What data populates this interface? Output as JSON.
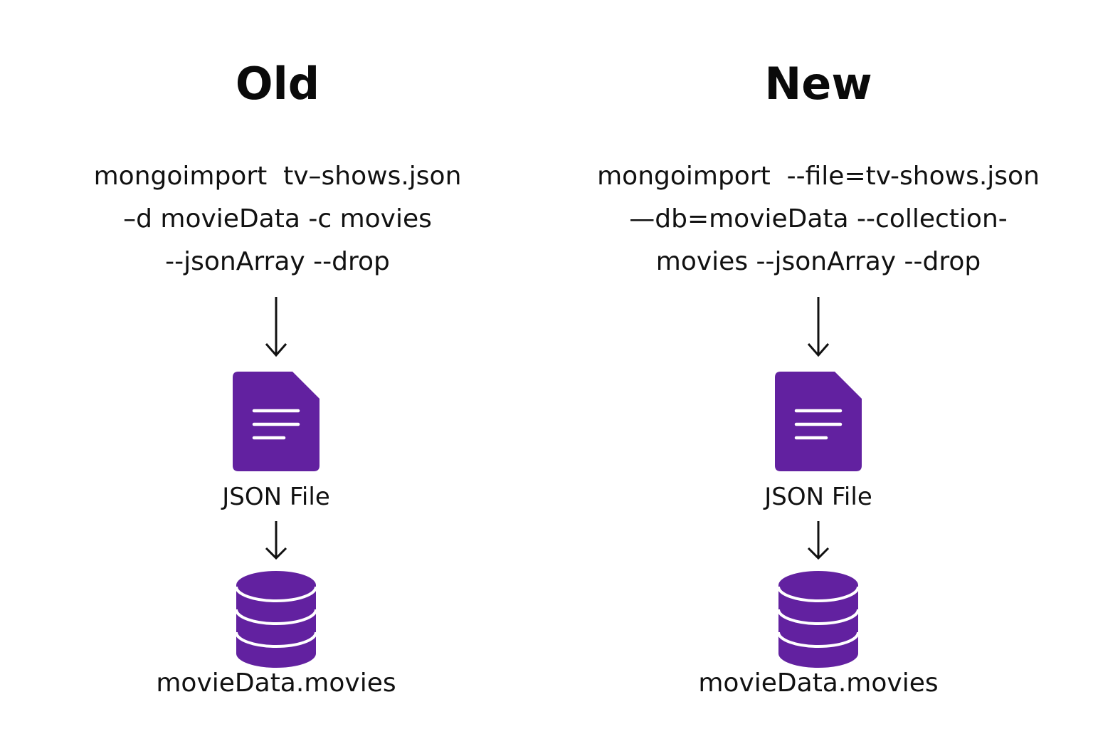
{
  "colors": {
    "icon_fill": "#6221a0",
    "text": "#111111"
  },
  "old": {
    "heading": "Old",
    "command_lines": [
      "mongoimport  tv–shows.json",
      "–d movieData -c movies",
      "--jsonArray --drop"
    ],
    "file_icon": "document-icon",
    "file_label": "JSON File",
    "db_icon": "database-icon",
    "db_label": "movieData.movies"
  },
  "new": {
    "heading": "New",
    "command_lines": [
      "mongoimport  --file=tv-shows.json",
      "—db=movieData --collection-",
      "movies --jsonArray --drop"
    ],
    "file_icon": "document-icon",
    "file_label": "JSON File",
    "db_icon": "database-icon",
    "db_label": "movieData.movies"
  }
}
